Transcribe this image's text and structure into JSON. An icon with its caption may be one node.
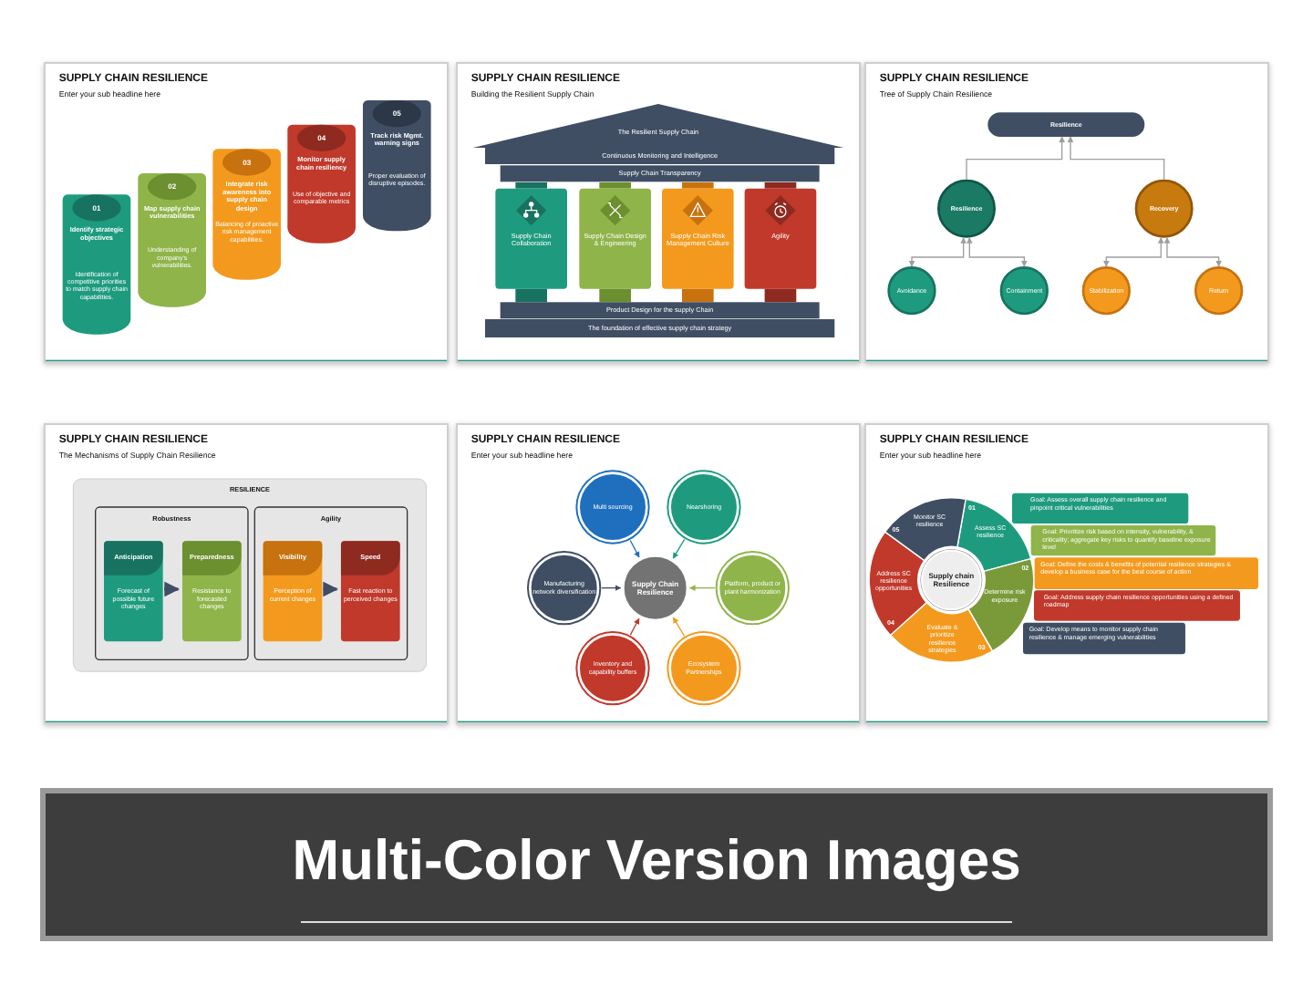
{
  "diagram": {
    "title": "Multi-Color Version Images",
    "nodes": [
      {
        "text": [
          "SUPPLY CHAIN RESILIENCE",
          "Enter your sub headline here"
        ]
      },
      {
        "text": [
          "01",
          "Identify strategic objectives",
          "Identification of competitive priorities to match supply chain capabilities."
        ],
        "in": 0
      },
      {
        "text": [
          "02",
          "Map supply chain vulnerabilities",
          "Understanding of company's vulnerabilities."
        ],
        "in": 0
      },
      {
        "text": [
          "03",
          "Integrate risk awareness into supply chain design",
          "Balancing of proactive risk management capabilities."
        ],
        "in": 0
      },
      {
        "text": [
          "04",
          "Monitor supply chain resiliency",
          "Use of objective and comparable metrics"
        ],
        "in": 0
      },
      {
        "text": [
          "05",
          "Track risk Mgmt. warning signs",
          "Proper evaluation of disruptive episodes."
        ],
        "in": 0
      },
      {
        "text": [
          "SUPPLY CHAIN RESILIENCE",
          "Building the Resilient Supply Chain"
        ]
      },
      {
        "text": [
          "The Resilient Supply Chain"
        ],
        "in": 6
      },
      {
        "text": [
          "Continuous Monitoring and Intelligence"
        ],
        "in": 6
      },
      {
        "text": [
          "Supply Chain Transparency"
        ],
        "in": 6
      },
      {
        "text": [
          "Supply Chain Collaboration"
        ],
        "in": 6
      },
      {
        "text": [
          "Supply Chain Design & Engineering"
        ],
        "in": 6
      },
      {
        "text": [
          "Supply Chain Risk Management Culture"
        ],
        "in": 6
      },
      {
        "text": [
          "Agility"
        ],
        "in": 6
      },
      {
        "text": [
          "Product Design for the supply Chain"
        ],
        "in": 6
      },
      {
        "text": [
          "The foundation of effective supply chain strategy"
        ],
        "in": 6
      },
      {
        "text": [
          "SUPPLY CHAIN RESILIENCE",
          "Tree of Supply Chain Resilience"
        ]
      },
      {
        "text": [
          "Resilience"
        ],
        "in": 16
      },
      {
        "text": [
          "Resilience"
        ],
        "in": 16
      },
      {
        "text": [
          "Recovery"
        ],
        "in": 16
      },
      {
        "text": [
          "Avoidance"
        ],
        "in": 16
      },
      {
        "text": [
          "Containment"
        ],
        "in": 16
      },
      {
        "text": [
          "Stabilization"
        ],
        "in": 16
      },
      {
        "text": [
          "Return"
        ],
        "in": 16
      },
      {
        "text": [
          "SUPPLY CHAIN RESILIENCE",
          "The Mechanisms of Supply Chain Resilience"
        ]
      },
      {
        "text": [
          "RESILIENCE"
        ],
        "in": 24
      },
      {
        "text": [
          "Robustness"
        ],
        "in": 25
      },
      {
        "text": [
          "Agility"
        ],
        "in": 25
      },
      {
        "text": [
          "Anticipation",
          "Forecast of possible future changes"
        ],
        "in": 26
      },
      {
        "text": [
          "Preparedness",
          "Resistance to forecasted changes"
        ],
        "in": 26
      },
      {
        "text": [
          "Visibility",
          "Perception of current changes"
        ],
        "in": 27
      },
      {
        "text": [
          "Speed",
          "Fast reaction to perceived changes"
        ],
        "in": 27
      },
      {
        "text": [
          "SUPPLY CHAIN RESILIENCE",
          "Enter your sub headline here"
        ]
      },
      {
        "text": [
          "Supply Chain Resilience"
        ],
        "in": 32
      },
      {
        "text": [
          "Multi sourcing"
        ],
        "in": 32
      },
      {
        "text": [
          "Nearshoring"
        ],
        "in": 32
      },
      {
        "text": [
          "Platform, product or plant harmonization"
        ],
        "in": 32
      },
      {
        "text": [
          "Ecosystem Partnerships"
        ],
        "in": 32
      },
      {
        "text": [
          "Inventory and capability buffers"
        ],
        "in": 32
      },
      {
        "text": [
          "Manufacturing network diversification"
        ],
        "in": 32
      },
      {
        "text": [
          "SUPPLY CHAIN RESILIENCE",
          "Enter your sub headline here"
        ]
      },
      {
        "text": [
          "Supply chain Resilience"
        ],
        "in": 40
      },
      {
        "text": [
          "01",
          "Assess SC resilience"
        ],
        "in": 40
      },
      {
        "text": [
          "02",
          "Determine risk exposure"
        ],
        "in": 40
      },
      {
        "text": [
          "Evaluate & prioritize resilience strategies",
          "03"
        ],
        "in": 40
      },
      {
        "text": [
          "Address SC resilience opportunities",
          "04"
        ],
        "in": 40
      },
      {
        "text": [
          "Monitor SC resilience",
          "05"
        ],
        "in": 40
      },
      {
        "text": [
          "Goal: Assess overall supply chain resilience and pinpoint critical vulnerabilities"
        ],
        "in": 40
      },
      {
        "text": [
          "Goal: Prioritize risk based on intensity, vulnerability, & criticality; aggregate key risks to quantify baseline exposure level"
        ],
        "in": 40
      },
      {
        "text": [
          "Goal: Define the costs & benefits of potential resilience strategies & develop a business case for the best course of action"
        ],
        "in": 40
      },
      {
        "text": [
          "Goal: Address supply chain resilience opportunities using a defined roadmap"
        ],
        "in": 40
      },
      {
        "text": [
          "Goal: Develop means to monitor supply chain resilience & manage emerging vulnerabilities"
        ],
        "in": 40
      }
    ],
    "edges": [
      {
        "from": 18,
        "to": 17,
        "arrow": "to"
      },
      {
        "from": 19,
        "to": 17,
        "arrow": "to"
      },
      {
        "from": 18,
        "to": 20,
        "arrow": "both"
      },
      {
        "from": 18,
        "to": 21,
        "arrow": "both"
      },
      {
        "from": 19,
        "to": 22,
        "arrow": "both"
      },
      {
        "from": 19,
        "to": 23,
        "arrow": "both"
      },
      {
        "from": 28,
        "to": 29,
        "arrow": "to",
        "color": "#3f4e63"
      },
      {
        "from": 30,
        "to": 31,
        "arrow": "to",
        "color": "#3f4e63"
      },
      {
        "from": 34,
        "to": 33,
        "arrow": "to",
        "color": "#1f6fbf"
      },
      {
        "from": 35,
        "to": 33,
        "arrow": "to",
        "color": "#1e9b7f"
      },
      {
        "from": 36,
        "to": 33,
        "arrow": "to",
        "color": "#8fb44a"
      },
      {
        "from": 37,
        "to": 33,
        "arrow": "to",
        "color": "#f39a1e"
      },
      {
        "from": 38,
        "to": 33,
        "arrow": "to",
        "color": "#c0392b"
      },
      {
        "from": 39,
        "to": 33,
        "arrow": "to",
        "color": "#3f4e63"
      }
    ]
  }
}
